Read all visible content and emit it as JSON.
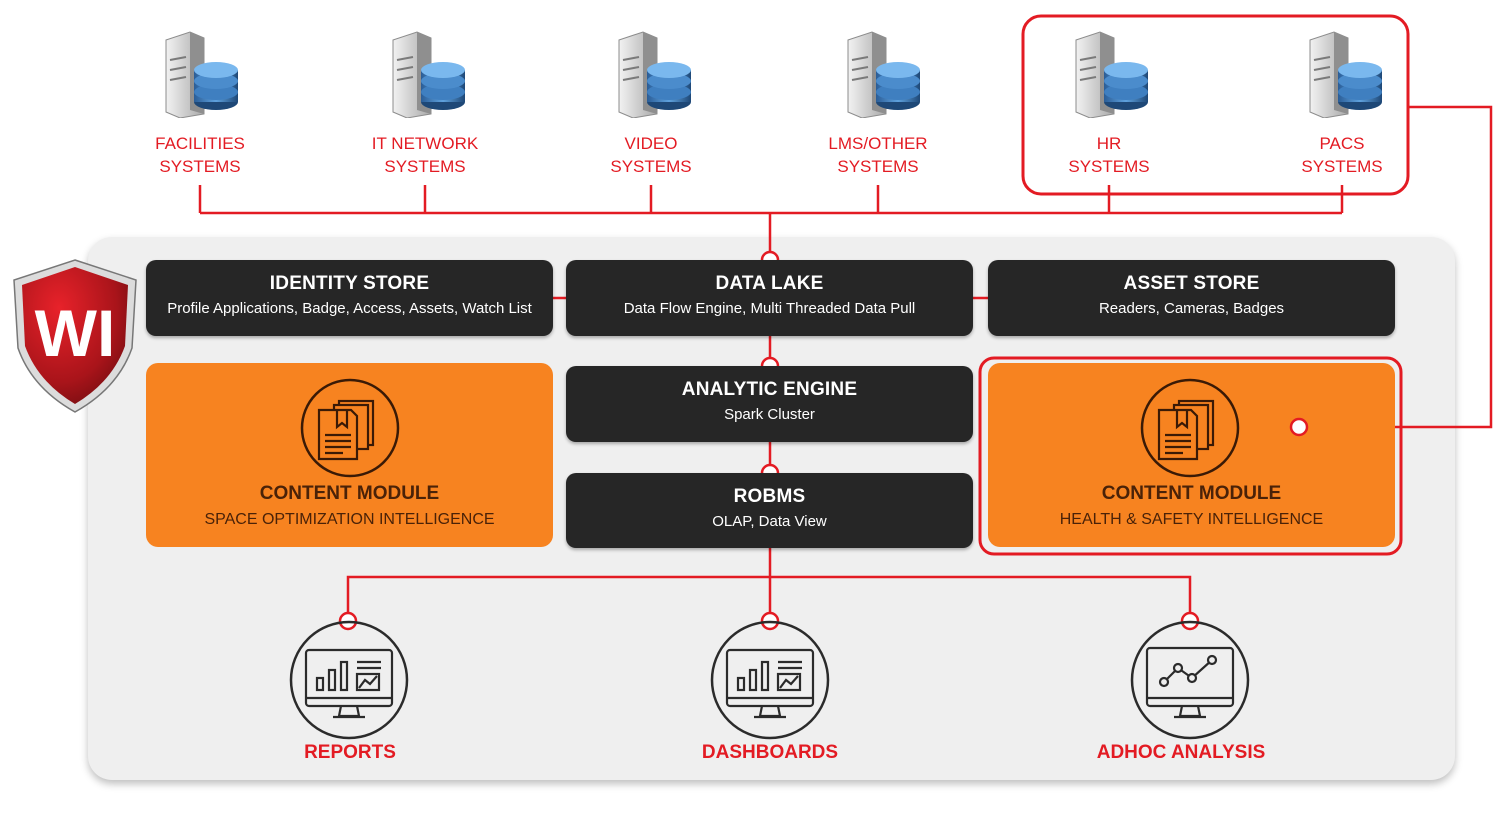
{
  "sources": [
    {
      "line1": "FACILITIES",
      "line2": "SYSTEMS"
    },
    {
      "line1": "IT NETWORK",
      "line2": "SYSTEMS"
    },
    {
      "line1": "VIDEO",
      "line2": "SYSTEMS"
    },
    {
      "line1": "LMS/OTHER",
      "line2": "SYSTEMS"
    },
    {
      "line1": "HR",
      "line2": "SYSTEMS"
    },
    {
      "line1": "PACS",
      "line2": "SYSTEMS"
    }
  ],
  "logo": {
    "text": "WI"
  },
  "stores": {
    "identity": {
      "title": "IDENTITY STORE",
      "subtitle": "Profile Applications, Badge, Access, Assets, Watch List"
    },
    "datalake": {
      "title": "DATA LAKE",
      "subtitle": "Data Flow Engine, Multi Threaded Data Pull"
    },
    "asset": {
      "title": "ASSET STORE",
      "subtitle": "Readers, Cameras, Badges"
    }
  },
  "engine": {
    "title": "ANALYTIC ENGINE",
    "subtitle": "Spark Cluster"
  },
  "robms": {
    "title": "ROBMS",
    "subtitle": "OLAP, Data View"
  },
  "modules": {
    "left": {
      "title": "CONTENT MODULE",
      "subtitle": "SPACE OPTIMIZATION INTELLIGENCE"
    },
    "right": {
      "title": "CONTENT MODULE",
      "subtitle": "HEALTH & SAFETY INTELLIGENCE"
    }
  },
  "outputs": {
    "reports": "REPORTS",
    "dashboards": "DASHBOARDS",
    "adhoc": "ADHOC ANALYSIS"
  },
  "colors": {
    "accent": "#e31b23",
    "dark": "#262626",
    "orange": "#f78320",
    "panel": "#efefef"
  },
  "icons": [
    "server-database-icon",
    "documents-icon",
    "monitor-bar-chart-icon",
    "monitor-line-chart-icon",
    "shield-logo"
  ]
}
